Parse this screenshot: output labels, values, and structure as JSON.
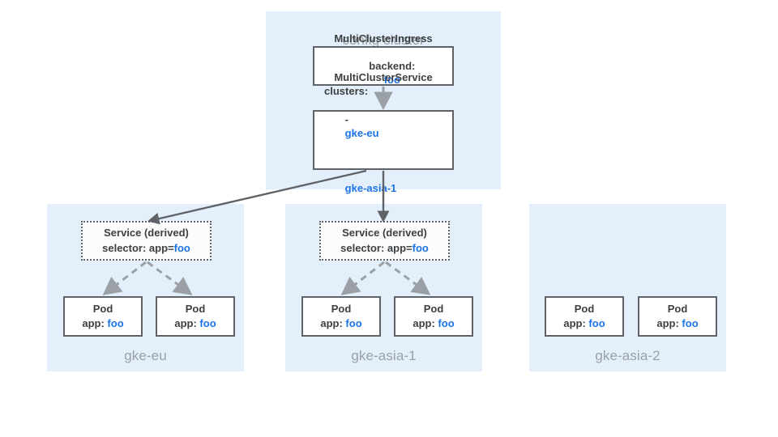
{
  "diagram": {
    "title_config": "config cluster",
    "config_cluster": {
      "label": "config cluster",
      "mci": {
        "name": "MultiClusterIngress",
        "field_label": "backend:",
        "field_value": "foo"
      },
      "mcs": {
        "name": "MultiClusterService",
        "field_label": "clusters:",
        "items": [
          {
            "dash": "-",
            "value": "gke-eu"
          },
          {
            "dash": "-",
            "value": "gke-asia-1"
          }
        ]
      }
    },
    "clusters": [
      {
        "label": "gke-eu",
        "has_service": true,
        "service": {
          "title": "Service (derived)",
          "selector_label": "selector: app=",
          "selector_value": "foo"
        },
        "pods": [
          {
            "title": "Pod",
            "label": "app:",
            "value": "foo"
          },
          {
            "title": "Pod",
            "label": "app:",
            "value": "foo"
          }
        ]
      },
      {
        "label": "gke-asia-1",
        "has_service": true,
        "service": {
          "title": "Service (derived)",
          "selector_label": "selector: app=",
          "selector_value": "foo"
        },
        "pods": [
          {
            "title": "Pod",
            "label": "app:",
            "value": "foo"
          },
          {
            "title": "Pod",
            "label": "app:",
            "value": "foo"
          }
        ]
      },
      {
        "label": "gke-asia-2",
        "has_service": false,
        "service": null,
        "pods": [
          {
            "title": "Pod",
            "label": "app:",
            "value": "foo"
          },
          {
            "title": "Pod",
            "label": "app:",
            "value": "foo"
          }
        ]
      }
    ],
    "colors": {
      "cluster_background": "#e3f0fb",
      "box_border": "#5f6368",
      "text_primary": "#3c4043",
      "text_muted": "#9aa0a6",
      "value_accent": "#1a73e8",
      "arrow_solid": "#5f6368",
      "arrow_light": "#9aa0a6",
      "page_background": "#ffffff"
    }
  }
}
